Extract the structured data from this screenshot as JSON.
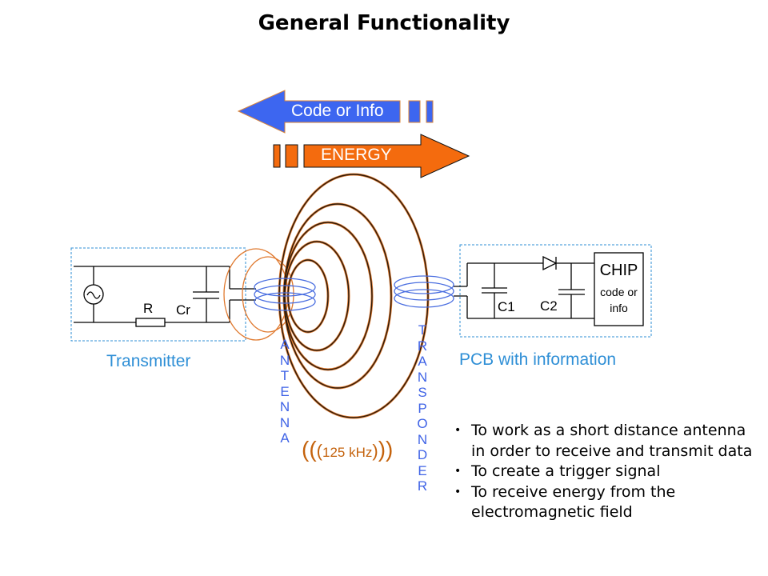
{
  "title": "General Functionality",
  "arrows": {
    "code_info": {
      "label": "Code or Info",
      "direction": "left",
      "color": "#3d66f0"
    },
    "energy": {
      "label": "ENERGY",
      "direction": "right",
      "color": "#f46b0e"
    }
  },
  "transmitter": {
    "label": "Transmitter",
    "components": {
      "resistor": "R",
      "capacitor": "Cr",
      "source": "ac-source-icon"
    }
  },
  "antenna_label": [
    "A",
    "N",
    "T",
    "E",
    "N",
    "N",
    "A"
  ],
  "transponder_label": [
    "T",
    "R",
    "A",
    "N",
    "S",
    "P",
    "O",
    "N",
    "D",
    "E",
    "R"
  ],
  "frequency": {
    "open": "((",
    "inner_open": "(",
    "value": "125 kHz",
    "inner_close": ")",
    "close": "))"
  },
  "pcb": {
    "label": "PCB with information",
    "components": {
      "c1": "C1",
      "c2": "C2",
      "diode": "diode-icon"
    },
    "chip": {
      "title": "CHIP",
      "line1": "code or",
      "line2": "info"
    }
  },
  "bullets": [
    "To work as a short distance antenna in order to receive and transmit data",
    "To create a trigger signal",
    "To receive energy from  the electromagnetic field"
  ],
  "colors": {
    "blue_label": "#2f8fd6",
    "vertical_text": "#3f63e6",
    "coil": "#4a6ee0",
    "field_orange": "#e07a30",
    "field_dark": "#3a2410",
    "frequency": "#c4620c"
  }
}
